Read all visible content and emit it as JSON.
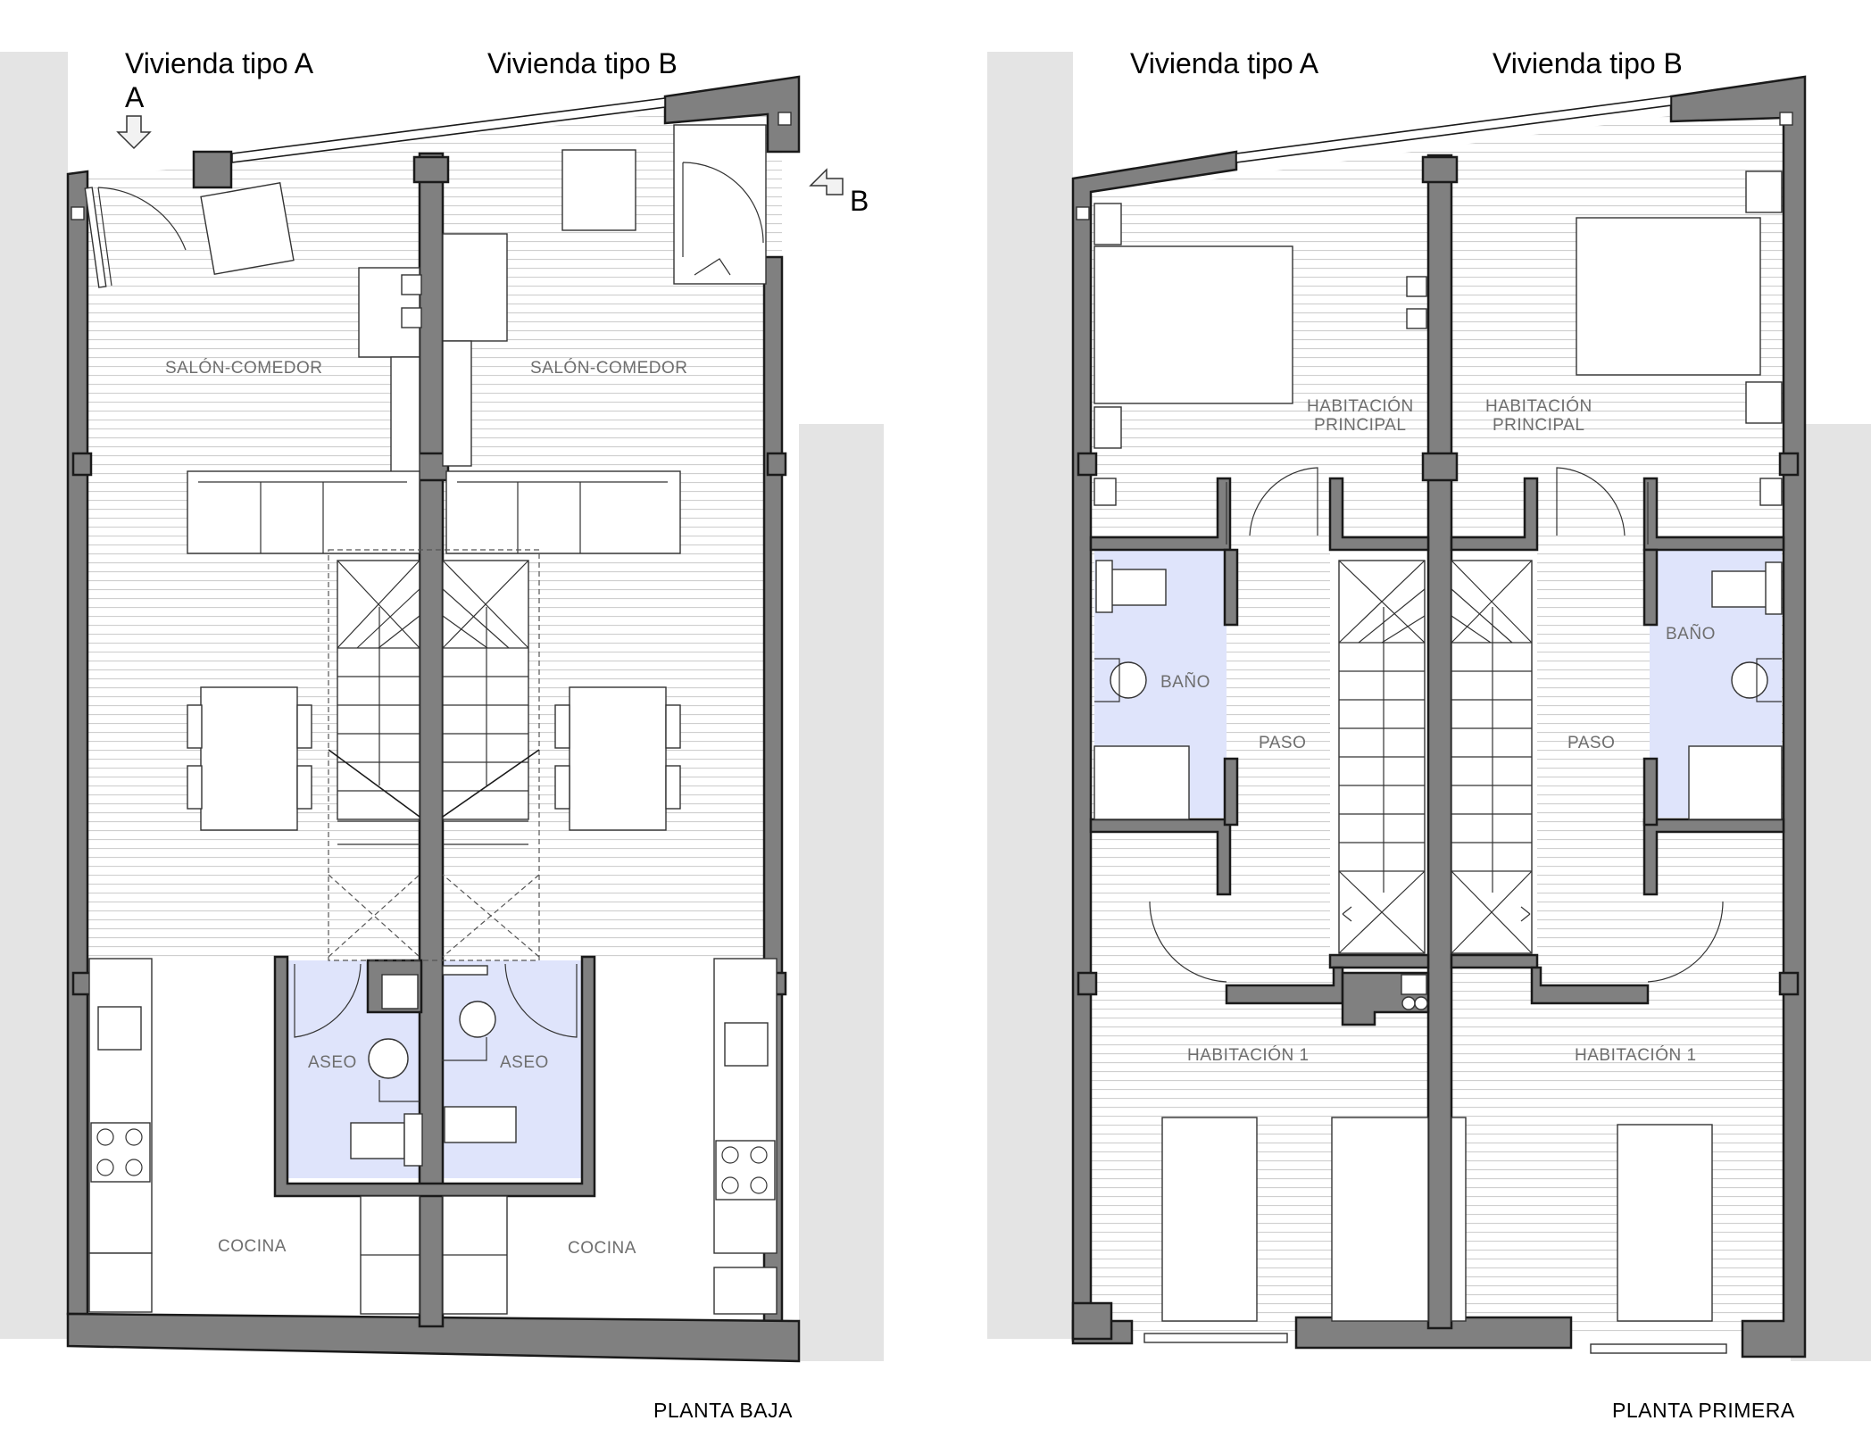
{
  "plan_ground": {
    "heading_a": "Vivienda tipo A",
    "heading_b": "Vivienda tipo B",
    "entry_a": "A",
    "entry_b": "B",
    "rooms": {
      "salon_a": "SALÓN-COMEDOR",
      "salon_b": "SALÓN-COMEDOR",
      "aseo_a": "ASEO",
      "aseo_b": "ASEO",
      "cocina_a": "COCINA",
      "cocina_b": "COCINA"
    },
    "sheet_title": "PLANTA BAJA"
  },
  "plan_first": {
    "heading_a": "Vivienda tipo A",
    "heading_b": "Vivienda tipo B",
    "rooms": {
      "hab_principal_a_1": "HABITACIÓN",
      "hab_principal_a_2": "PRINCIPAL",
      "hab_principal_b_1": "HABITACIÓN",
      "hab_principal_b_2": "PRINCIPAL",
      "bano_a": "BAÑO",
      "bano_b": "BAÑO",
      "paso_a": "PASO",
      "paso_b": "PASO",
      "hab1_a": "HABITACIÓN 1",
      "hab1_b": "HABITACIÓN 1"
    },
    "sheet_title": "PLANTA PRIMERA"
  },
  "colors": {
    "wall": "#808080",
    "neighbor": "#e4e4e4",
    "floor_lines": "#cfcfcf",
    "wet_room": "#dfe4fb",
    "label": "#6e6e6e"
  }
}
